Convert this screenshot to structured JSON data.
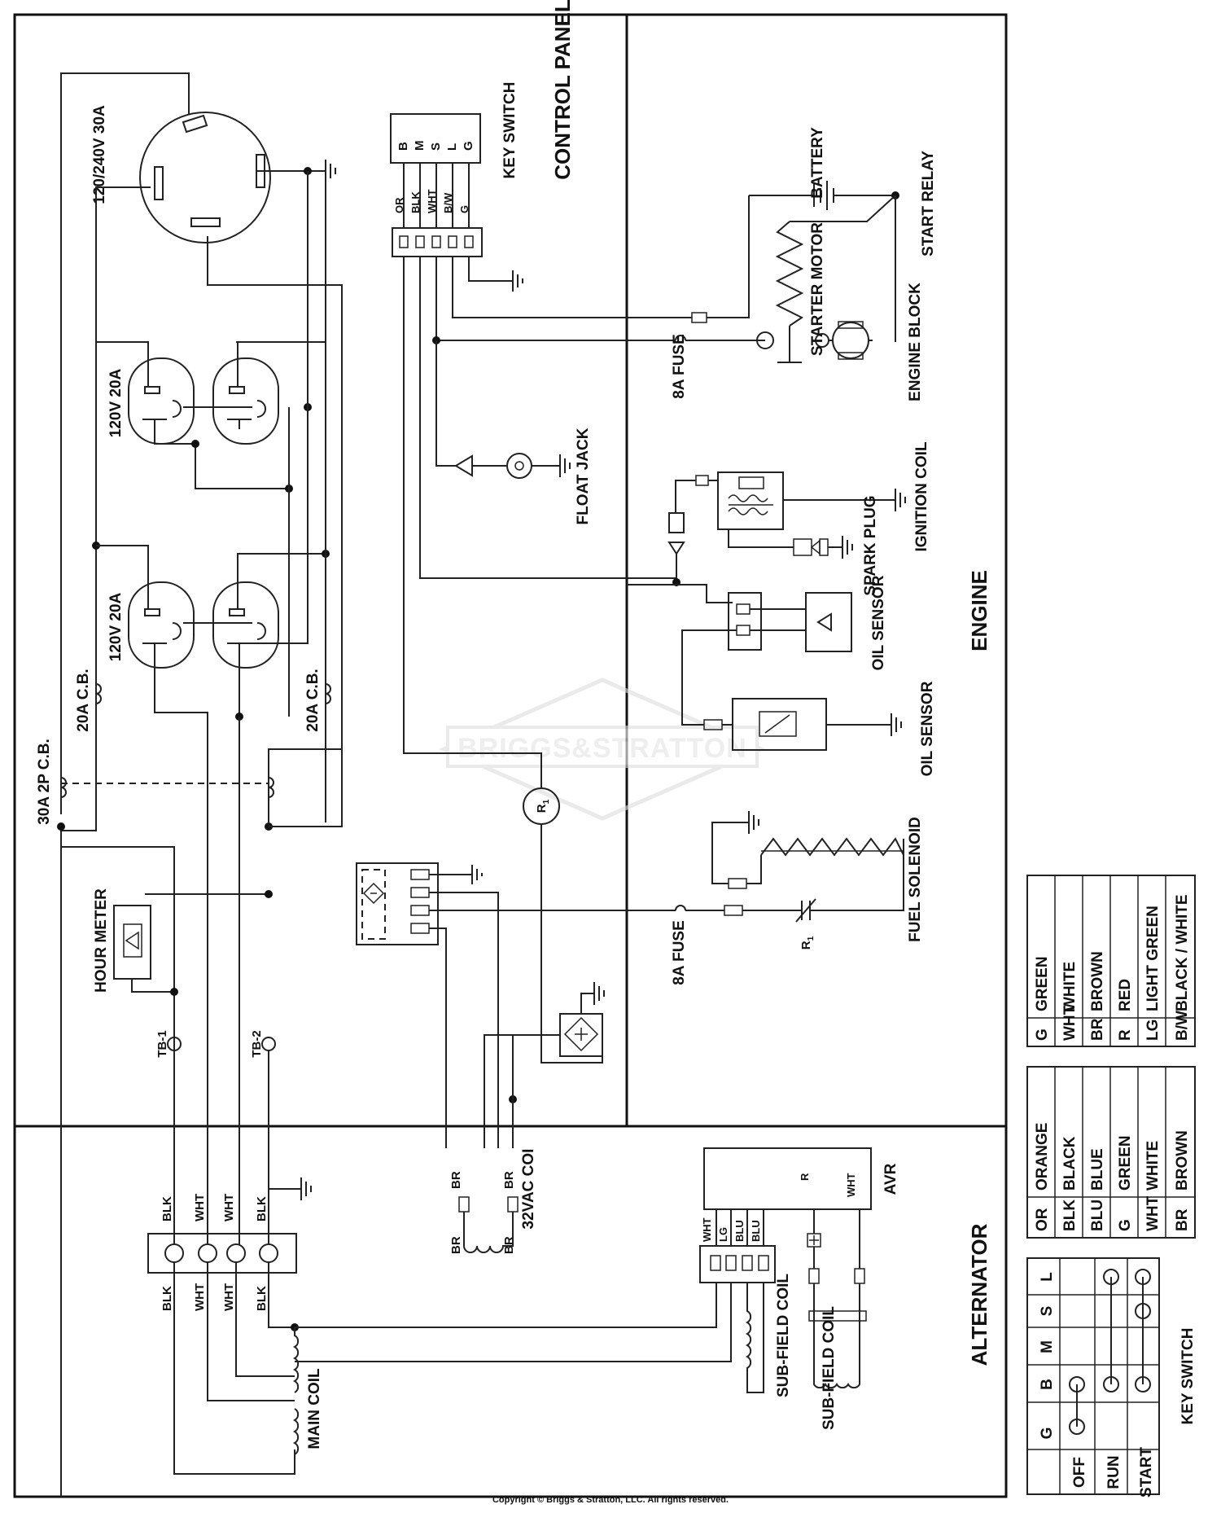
{
  "sections": {
    "control_panel": "CONTROL PANEL",
    "engine": "ENGINE",
    "alternator": "ALTERNATOR"
  },
  "receptacles": {
    "twist_lock": "120/240V 30A",
    "duplex_top": "120V 20A",
    "duplex_bottom": "120V 20A"
  },
  "breakers": {
    "main": "30A 2P C.B.",
    "left": "20A C.B.",
    "right": "20A C.B."
  },
  "components": {
    "hour_meter": "HOUR METER",
    "tb1": "TB-1",
    "tb2": "TB-2",
    "key_switch": "KEY SWITCH",
    "float_jack": "FLOAT JACK",
    "fuse_top": "8A FUSE",
    "fuse_mid": "8A FUSE",
    "battery": "BATTERY",
    "start_relay": "START RELAY",
    "starter_motor": "STARTER MOTOR",
    "engine_block": "ENGINE BLOCK",
    "ignition_coil": "IGNITION COIL",
    "spark_plug": "SPARK PLUG",
    "oil_sensor_1": "OIL SENSOR",
    "oil_sensor_2": "OIL SENSOR",
    "fuel_solenoid": "FUEL SOLENOID",
    "r1": "R",
    "r1_sub": "1",
    "avr": "AVR",
    "main_coil": "MAIN COIL",
    "sub_field_coil_1": "SUB-FIELD COIL",
    "sub_field_coil_2": "SUB-FIELD COIL",
    "coil_32vac": "32VAC COI",
    "watermark": "BRIGGS&STRATTON"
  },
  "key_switch_terminals": [
    "B",
    "M",
    "S",
    "L",
    "G"
  ],
  "key_switch_wires": [
    "OR",
    "BLK",
    "WHT",
    "B/W",
    "G"
  ],
  "wire_labels": {
    "blk": "BLK",
    "wht": "WHT",
    "br": "BR",
    "lg": "LG",
    "blu": "BLU",
    "r": "R"
  },
  "legend_1": [
    [
      "G",
      "GREEN"
    ],
    [
      "WHT",
      "WHITE"
    ],
    [
      "BR",
      "BROWN"
    ],
    [
      "R",
      "RED"
    ],
    [
      "LG",
      "LIGHT GREEN"
    ],
    [
      "B/W",
      "BLACK / WHITE"
    ]
  ],
  "legend_2": [
    [
      "OR",
      "ORANGE"
    ],
    [
      "BLK",
      "BLACK"
    ],
    [
      "BLU",
      "BLUE"
    ],
    [
      "G",
      "GREEN"
    ],
    [
      "WHT",
      "WHITE"
    ],
    [
      "BR",
      "BROWN"
    ]
  ],
  "switch_table": {
    "columns": [
      "G",
      "B",
      "M",
      "S",
      "L"
    ],
    "rows": [
      "OFF",
      "RUN",
      "START"
    ],
    "title": "KEY SWITCH"
  },
  "copyright": "Copyright © Briggs & Stratton, LLC. All rights reserved."
}
